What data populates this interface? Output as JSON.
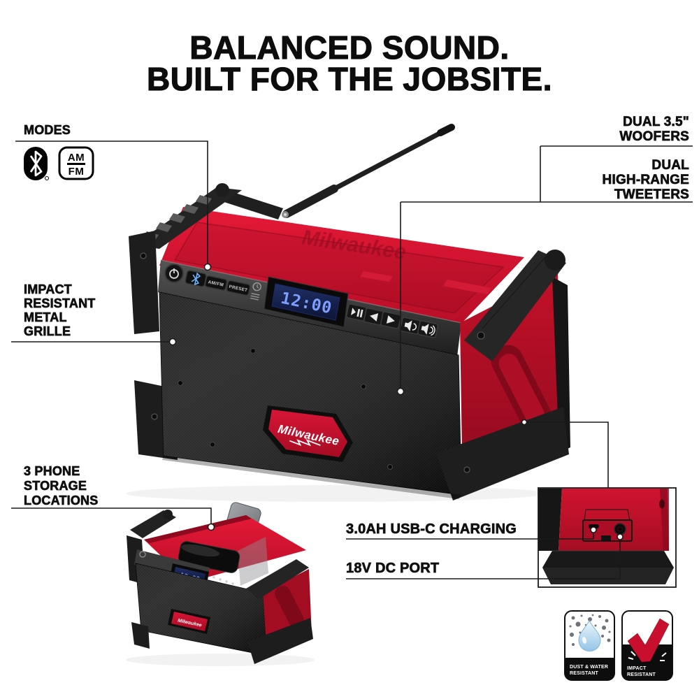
{
  "title": {
    "line1": "BALANCED SOUND.",
    "line2": "BUILT FOR THE JOBSITE."
  },
  "callouts": {
    "modes": {
      "lines": [
        "MODES"
      ]
    },
    "woofers": {
      "lines": [
        "DUAL 3.5\"",
        "WOOFERS"
      ]
    },
    "tweeters": {
      "lines": [
        "DUAL",
        "HIGH-RANGE",
        "TWEETERS"
      ]
    },
    "grille": {
      "lines": [
        "IMPACT",
        "RESISTANT",
        "METAL",
        "GRILLE"
      ]
    },
    "phone_storage": {
      "lines": [
        "3 PHONE",
        "STORAGE",
        "LOCATIONS"
      ]
    },
    "usb_charging": {
      "lines": [
        "3.0AH USB-C CHARGING"
      ]
    },
    "dc_port": {
      "lines": [
        "18V DC PORT"
      ]
    }
  },
  "mode_icons": {
    "amfm_top": "AM",
    "amfm_bottom": "FM"
  },
  "radio": {
    "brand": "Milwaukee",
    "display_time": "12:00",
    "amfm_button": "AM/FM",
    "preset_button": "PRESET"
  },
  "mini_radio": {
    "brand": "Milwaukee",
    "display_time": "12:00"
  },
  "badges": {
    "dust_water": {
      "line1": "DUST & WATER",
      "line2": "RESISTANT"
    },
    "impact": {
      "line1": "IMPACT",
      "line2": "RESISTANT"
    }
  },
  "colors": {
    "brand_red": "#C8102E",
    "deep_red": "#A50D22",
    "black": "#141414",
    "display_digits": "#7D9DFF",
    "display_bg": "#131D4E",
    "water_drop": "#A8D3EE"
  }
}
